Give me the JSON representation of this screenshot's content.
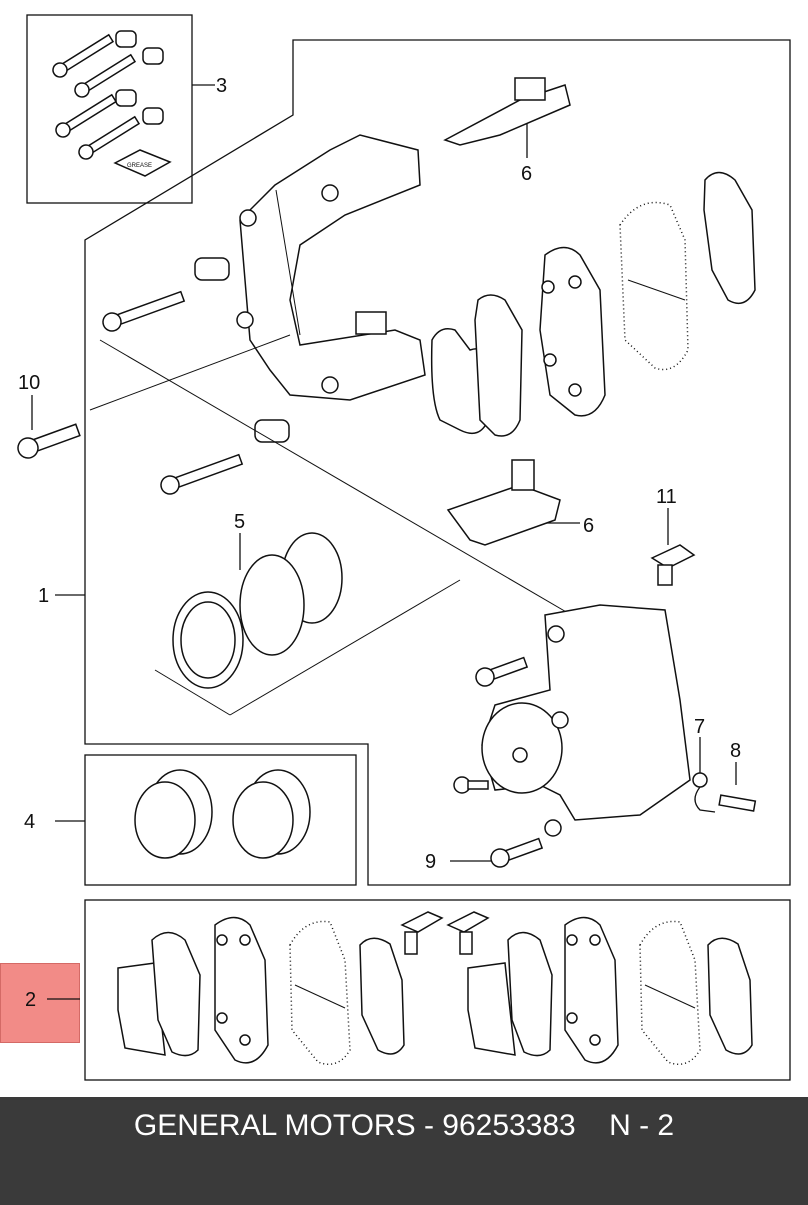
{
  "callouts": {
    "c1": "1",
    "c2": "2",
    "c3": "3",
    "c4": "4",
    "c5": "5",
    "c6a": "6",
    "c6b": "6",
    "c7": "7",
    "c8": "8",
    "c9": "9",
    "c10": "10",
    "c11": "11"
  },
  "kit_label": "GREASE",
  "highlight_color": "#f28b87",
  "footer": {
    "text": "GENERAL MOTORS - 96253383    N - 2",
    "background": "#3a3a3a"
  }
}
